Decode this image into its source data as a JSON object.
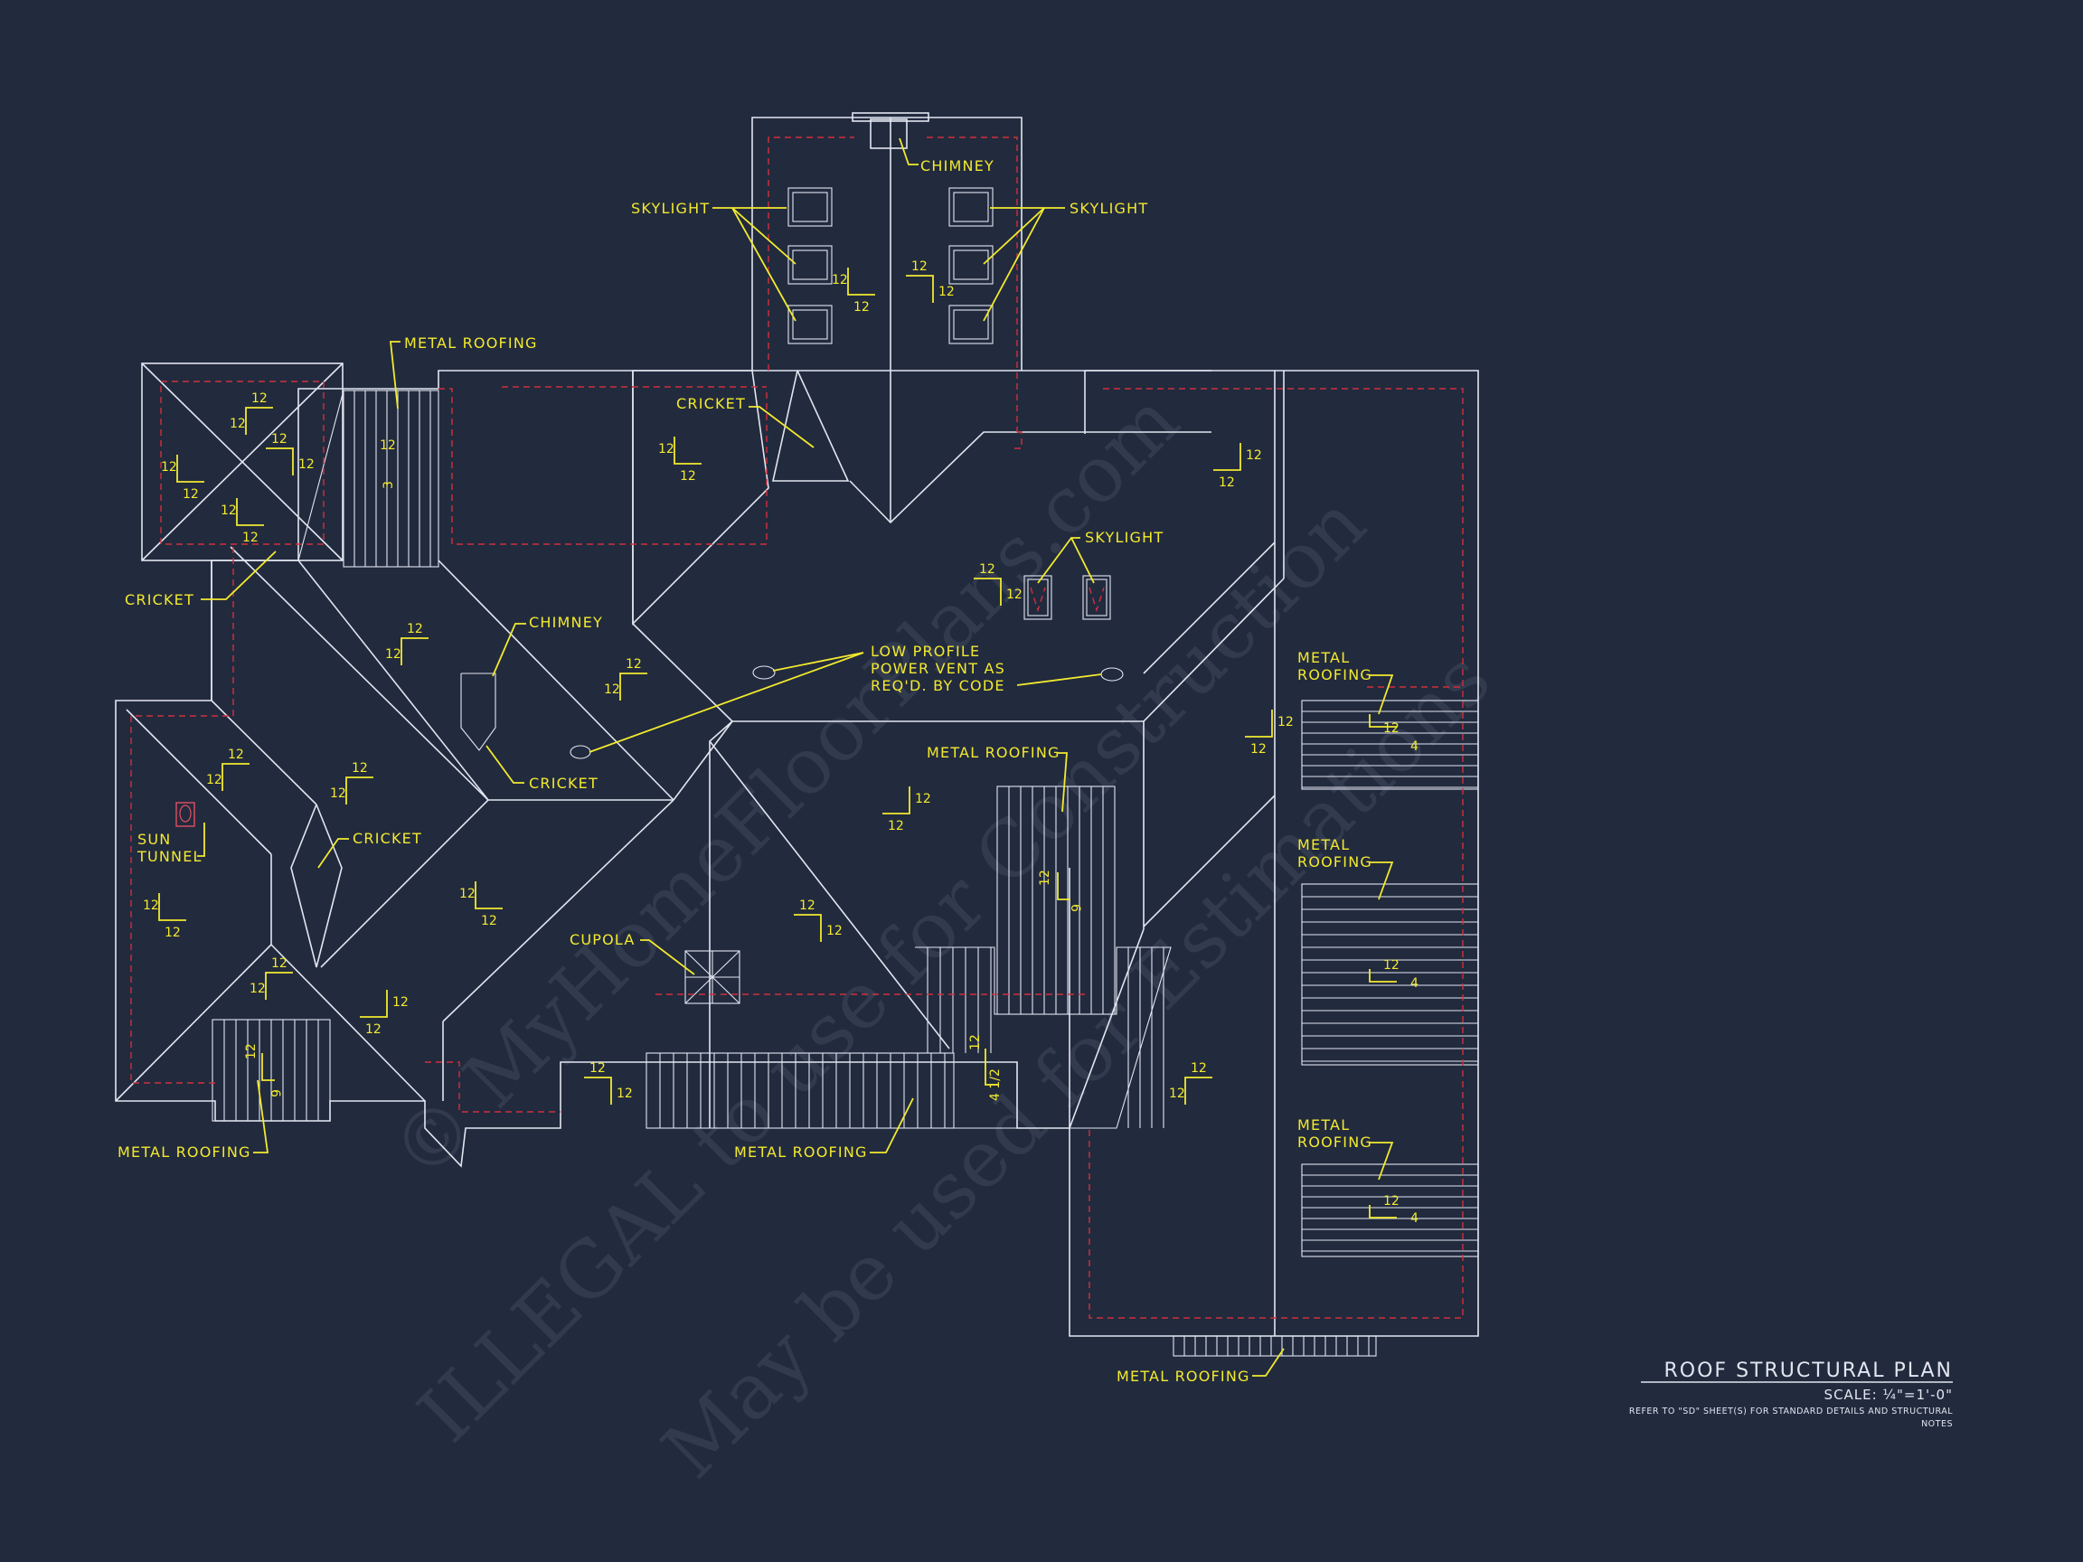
{
  "watermark": {
    "line1": "© MyHomeFloorPlans.com",
    "line2": "ILLEGAL to use for Construction",
    "line3": "May be used for Estimations"
  },
  "title_block": {
    "title": "ROOF STRUCTURAL PLAN",
    "scale": "SCALE: ¼\"=1'-0\"",
    "note_line1": "REFER TO \"SD\" SHEET(S) FOR STANDARD DETAILS AND STRUCTURAL",
    "note_line2": "NOTES"
  },
  "labels": {
    "chimney_top": "CHIMNEY",
    "skylight_left": "SKYLIGHT",
    "skylight_right": "SKYLIGHT",
    "metal_roofing_top": "METAL ROOFING",
    "cricket_upper": "CRICKET",
    "cricket_left": "CRICKET",
    "chimney_mid": "CHIMNEY",
    "cricket_chimney": "CRICKET",
    "skylight_mid": "SKYLIGHT",
    "vent_line1": "LOW PROFILE",
    "vent_line2": "POWER VENT AS",
    "vent_line3": "REQ'D. BY CODE",
    "cricket_valley": "CRICKET",
    "sun_tunnel_line1": "SUN",
    "sun_tunnel_line2": "TUNNEL",
    "metal_roofing_center": "METAL ROOFING",
    "cupola": "CUPOLA",
    "metal_roofing_bottom_left": "METAL ROOFING",
    "metal_roofing_bottom_center": "METAL ROOFING",
    "metal_roofing_bottom_right": "METAL ROOFING",
    "metal_roofing_side1_a": "METAL",
    "metal_roofing_side1_b": "ROOFING",
    "metal_roofing_side2_a": "METAL",
    "metal_roofing_side2_b": "ROOFING",
    "metal_roofing_side3_a": "METAL",
    "metal_roofing_side3_b": "ROOFING"
  },
  "pitch": {
    "twelve": "12",
    "three": "3",
    "four": "4",
    "four_half": "4 1/2",
    "six": "6"
  },
  "colors": {
    "background": "#222a3e",
    "linework": "#e2e6f0",
    "annotation": "#f2ea2e",
    "hidden_line": "#d0303c"
  }
}
